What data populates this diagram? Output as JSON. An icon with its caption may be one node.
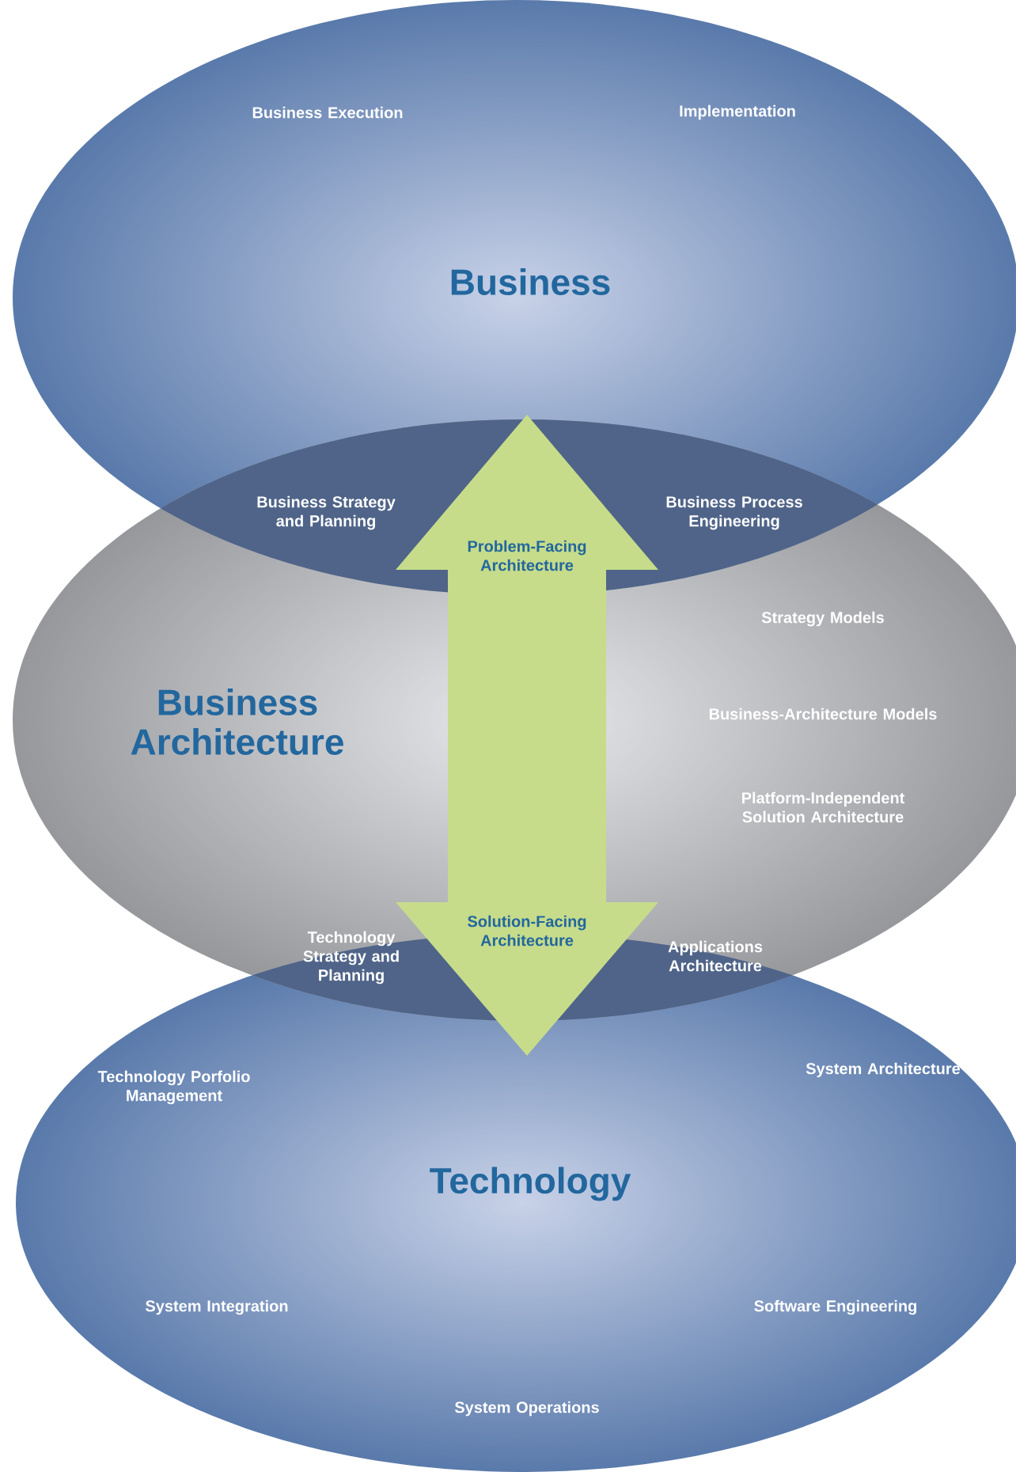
{
  "diagram": {
    "nodes": [
      {
        "text": [
          "Business Execution",
          "Implementation",
          "Business"
        ]
      },
      {
        "text": [
          "Business Architecture",
          "Strategy Models",
          "Business-Architecture Models",
          "Platform-Independent Solution Architecture"
        ]
      },
      {
        "text": [
          "Technology Porfolio Management",
          "System Architecture",
          "Technology",
          "System Integration",
          "Software Engineering",
          "System Operations"
        ]
      },
      {
        "text": [
          "Problem-Facing Architecture",
          "Solution-Facing Architecture"
        ]
      }
    ],
    "labels": [
      "Business Strategy and Planning",
      "Business Process Engineering",
      "Technology Strategy and Planning",
      "Applications Architecture"
    ]
  }
}
